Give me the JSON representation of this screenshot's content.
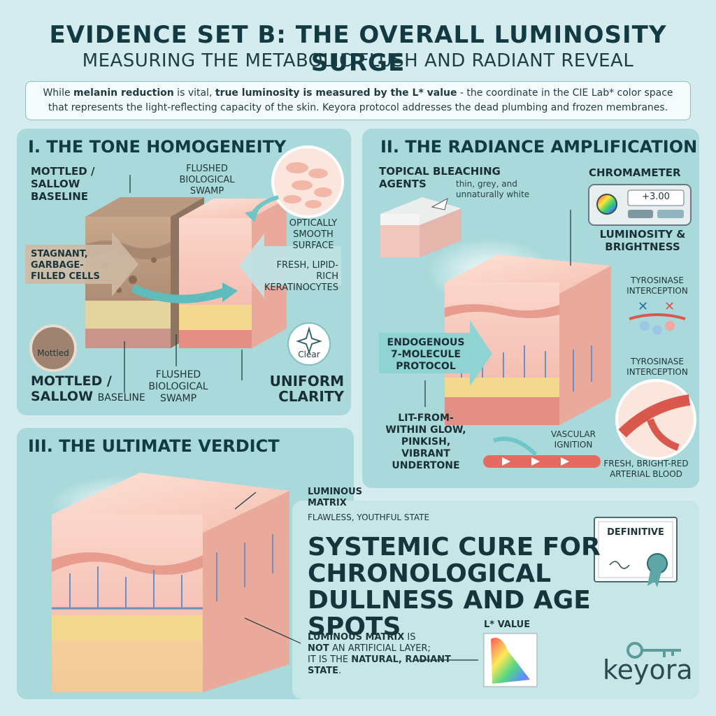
{
  "header": {
    "title": "EVIDENCE SET B: THE OVERALL LUMINOSITY SURGE",
    "subtitle": "MEASURING THE METABOLIC FLUSH AND RADIANT REVEAL"
  },
  "intro": {
    "p1": "While ",
    "b1": "melanin reduction",
    "p2": " is vital, ",
    "b2": "true luminosity is measured by the L* value",
    "p3": " - the coordinate in the CIE Lab* color space that represents the light-reflecting capacity of the skin. Keyora protocol addresses the dead plumbing and frozen membranes."
  },
  "panel1": {
    "title": "I. THE TONE HOMOGENEITY",
    "mottled_top": "MOTTLED / SALLOW BASELINE",
    "flushed_top": "FLUSHED BIOLOGICAL SWAMP",
    "optically_smooth": "OPTICALLY SMOOTH SURFACE",
    "stagnant": "STAGNANT, GARBAGE-FILLED CELLS",
    "fresh": "FRESH, LIPID-RICH KERATINOCYTES",
    "mottled_badge": "Mottled",
    "clear_badge": "Clear",
    "mottled_bottom_1": "MOTTLED /",
    "mottled_bottom_2a": "SALLOW",
    "mottled_bottom_2b": "BASELINE",
    "flushed_bottom": "FLUSHED BIOLOGICAL SWAMP",
    "uniform": "UNIFORM CLARITY"
  },
  "panel2": {
    "title": "II. THE RADIANCE AMPLIFICATION",
    "bleaching": "TOPICAL BLEACHING AGENTS",
    "bleaching_note": "thin, grey, and unnaturally white",
    "chromameter": "CHROMAMETER",
    "chromameter_value": "+3.00",
    "luminosity": "LUMINOSITY & BRIGHTNESS",
    "tyrosinase_1": "TYROSINASE INTERCEPTION",
    "tyrosinase_2": "TYROSINASE INTERCEPTION",
    "endogenous": "ENDOGENOUS 7-MOLECULE PROTOCOL",
    "glow": "LIT-FROM-WITHIN GLOW, PINKISH, VIBRANT UNDERTONE",
    "vascular": "VASCULAR IGNITION",
    "arterial": "FRESH, BRIGHT-RED ARTERIAL BLOOD"
  },
  "panel3": {
    "title": "III. THE ULTIMATE VERDICT",
    "luminous_matrix": "LUMINOUS MATRIX",
    "flawless": "FLAWLESS, YOUTHFUL STATE",
    "cure_heading": "SYSTEMIC CURE FOR CHRONOLOGICAL DULLNESS AND AGE SPOTS",
    "certificate": "DEFINITIVE",
    "note_b1": "LUMINOUS MATRIX",
    "note_t1": " IS",
    "note_b2": "NOT",
    "note_t2": " AN ARTIFICIAL LAYER;",
    "note_t3": "IT IS THE ",
    "note_b3": "NATURAL, RADIANT STATE",
    "note_t4": ".",
    "lvalue": "L* VALUE"
  },
  "brand": {
    "name": "keyora"
  },
  "colors": {
    "background": "#d5ecee",
    "panel": "#a9d9db",
    "title": "#123a42",
    "skin": "#f6c2b6",
    "fat": "#f3d98e",
    "vessel": "#d9574d",
    "teal_arrow": "#6fc6c6"
  }
}
